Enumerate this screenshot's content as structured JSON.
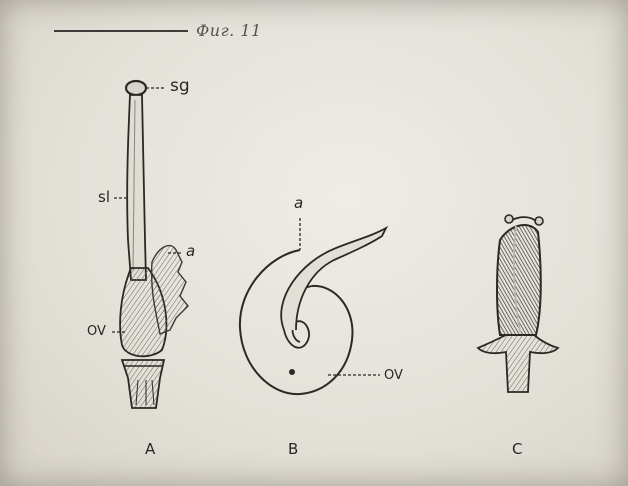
{
  "figure": {
    "caption": "Фиг. 11",
    "panels": [
      {
        "id": "A",
        "label": "A",
        "annotations": {
          "sg": "sg",
          "sl": "sl",
          "a": "a",
          "ov": "OV"
        }
      },
      {
        "id": "B",
        "label": "B",
        "annotations": {
          "a": "a",
          "ov": "OV"
        }
      },
      {
        "id": "C",
        "label": "C"
      }
    ]
  }
}
